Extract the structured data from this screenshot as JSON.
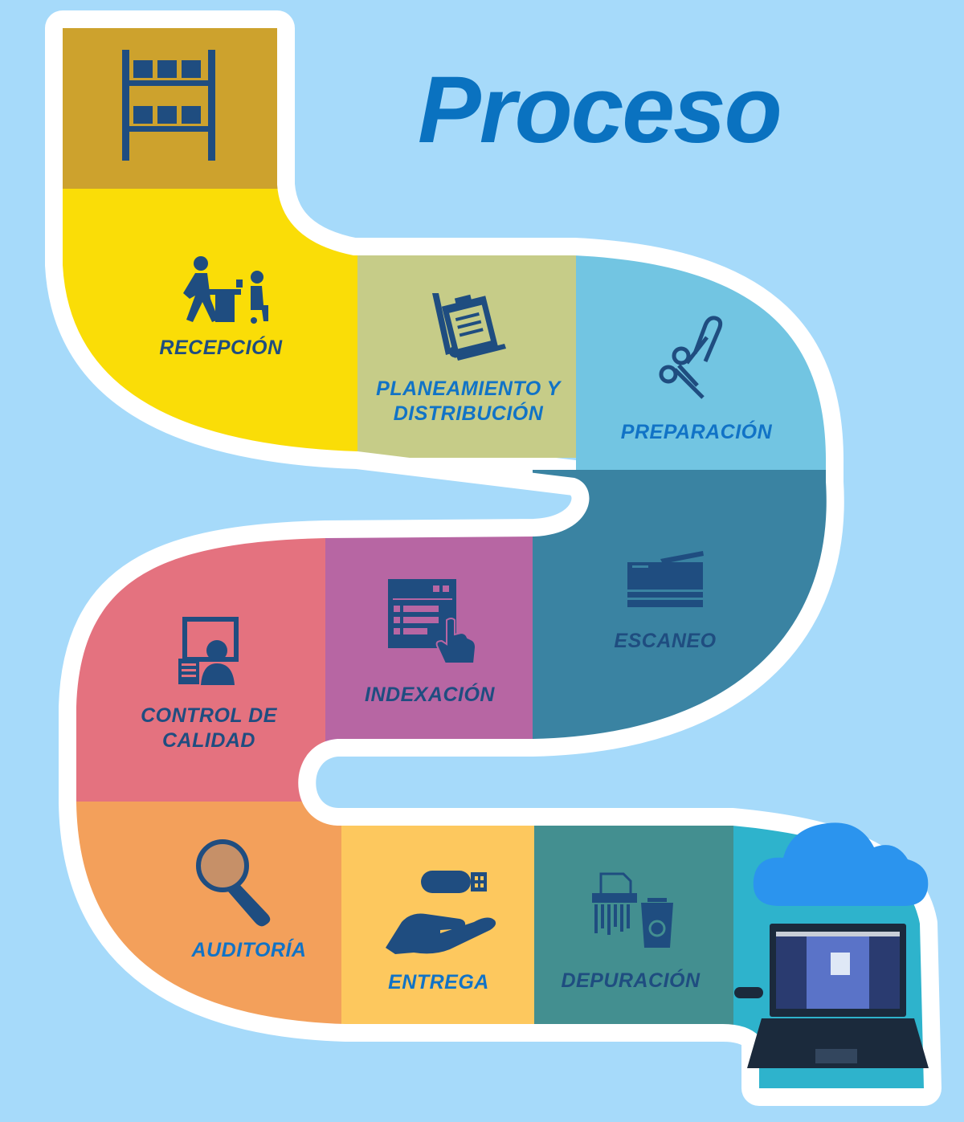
{
  "title": "Proceso",
  "colors": {
    "background": "#a6dafa",
    "path_outline": "#ffffff",
    "title": "#0a72c0",
    "icon": "#1f4d80",
    "label_dark": "#1f4d80",
    "label_blue": "#1173c6"
  },
  "steps": [
    {
      "id": "archivo",
      "label": "",
      "color": "#cda22d",
      "icon": "shelf-icon"
    },
    {
      "id": "recepcion",
      "label": "RECEPCIÓN",
      "color": "#fadd07",
      "icon": "reception-desk-icon"
    },
    {
      "id": "planeamiento",
      "label": "PLANEAMIENTO Y\nDISTRIBUCIÓN",
      "color": "#c6cc88",
      "icon": "clipboard-cart-icon"
    },
    {
      "id": "preparacion",
      "label": "PREPARACIÓN",
      "color": "#72c5e2",
      "icon": "scissors-paperclip-icon"
    },
    {
      "id": "escaneo",
      "label": "ESCANEO",
      "color": "#3a83a2",
      "icon": "scanner-icon"
    },
    {
      "id": "indexacion",
      "label": "INDEXACIÓN",
      "color": "#b766a3",
      "icon": "indexing-screen-icon"
    },
    {
      "id": "control",
      "label": "CONTROL DE\nCALIDAD",
      "color": "#e4727f",
      "icon": "quality-monitor-icon"
    },
    {
      "id": "auditoria",
      "label": "AUDITORÍA",
      "color": "#f3a05b",
      "icon": "magnifier-icon"
    },
    {
      "id": "entrega",
      "label": "ENTREGA",
      "color": "#fdc85e",
      "icon": "usb-hand-icon"
    },
    {
      "id": "depuracion",
      "label": "DEPURACIÓN",
      "color": "#438f90",
      "icon": "shredder-recycle-icon"
    },
    {
      "id": "nube",
      "label": "",
      "color": "#2eb3cc",
      "icon": "cloud-laptop-icon"
    }
  ]
}
